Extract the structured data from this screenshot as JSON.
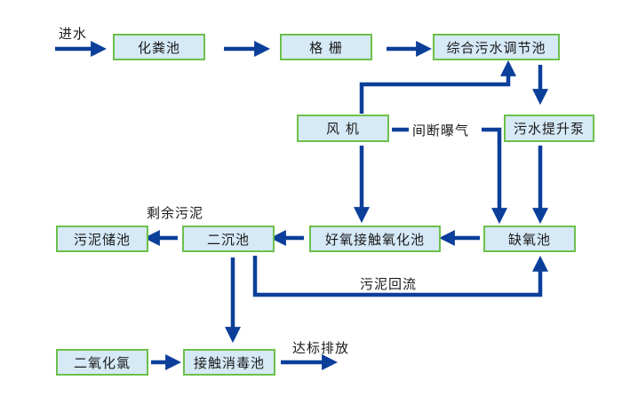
{
  "colors": {
    "arrow": "#0b3f9a",
    "box_fill": "#d6e9f7",
    "box_border": "#6cc04a"
  },
  "nodes": {
    "septic_tank": "化粪池",
    "grille": "格 栅",
    "equalization_tank": "综合污水调节池",
    "blower": "风 机",
    "lift_pump": "污水提升泵",
    "sludge_storage": "污泥储池",
    "secondary_clarifier": "二沉池",
    "aerobic_contact_oxidation": "好氧接触氧化池",
    "anoxic_tank": "缺氧池",
    "chlorine_dioxide": "二氧化氯",
    "contact_disinfection": "接触消毒池"
  },
  "labels": {
    "influent": "进水",
    "intermittent_aeration": "间断曝气",
    "excess_sludge": "剩余污泥",
    "sludge_return": "污泥回流",
    "discharge": "达标排放"
  }
}
